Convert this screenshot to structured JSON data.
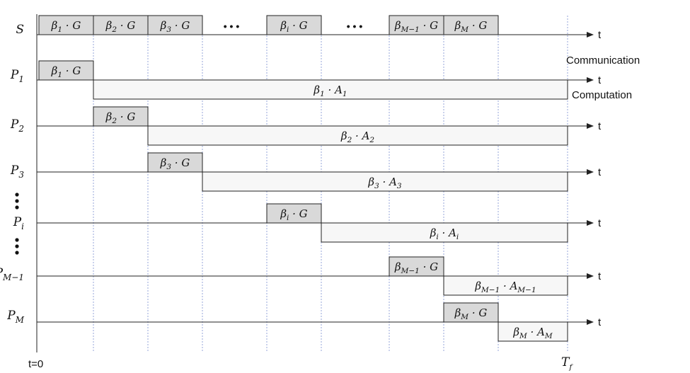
{
  "rows": [
    {
      "label": "S",
      "sub": ""
    },
    {
      "label": "P",
      "sub": "1"
    },
    {
      "label": "P",
      "sub": "2"
    },
    {
      "label": "P",
      "sub": "3"
    },
    {
      "label": "P",
      "sub": "i"
    },
    {
      "label": "P",
      "sub": "M−1"
    },
    {
      "label": "P",
      "sub": "M"
    }
  ],
  "axis_label": "t",
  "comm_boxes": [
    {
      "sub": "1"
    },
    {
      "sub": "2"
    },
    {
      "sub": "3"
    },
    {
      "sub": "i"
    },
    {
      "sub": "M−1"
    },
    {
      "sub": "M"
    }
  ],
  "comp_boxes": [
    {
      "bsub": "1",
      "asub": "1"
    },
    {
      "bsub": "2",
      "asub": "2"
    },
    {
      "bsub": "3",
      "asub": "3"
    },
    {
      "bsub": "i",
      "asub": "i"
    },
    {
      "bsub": "M−1",
      "asub": "M−1"
    },
    {
      "bsub": "M",
      "asub": "M"
    }
  ],
  "ellipsis": "• • •",
  "legend": {
    "communication": "Communication",
    "computation": "Computation"
  },
  "start_label": "t=0",
  "end_label": {
    "main": "T",
    "sub": "f"
  },
  "colors": {
    "comm_fill": "#d9d9d9",
    "comp_fill": "#f7f7f7",
    "grid": "#8a9bd6",
    "stroke": "#222222"
  }
}
